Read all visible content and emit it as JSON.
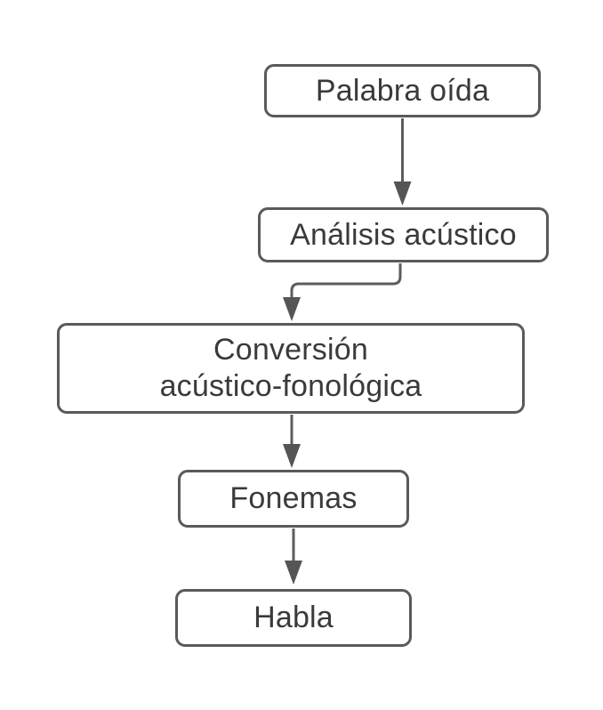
{
  "diagram": {
    "type": "flowchart",
    "nodes": [
      {
        "id": "palabra-oida",
        "label": "Palabra oída"
      },
      {
        "id": "analisis-acustico",
        "label": "Análisis acústico"
      },
      {
        "id": "conversion-acustico-fonologica",
        "label": "Conversión\nacústico-fonológica"
      },
      {
        "id": "fonemas",
        "label": "Fonemas"
      },
      {
        "id": "habla",
        "label": "Habla"
      }
    ],
    "edges": [
      {
        "from": "palabra-oida",
        "to": "analisis-acustico",
        "style": "straight-arrow"
      },
      {
        "from": "analisis-acustico",
        "to": "conversion-acustico-fonologica",
        "style": "elbow-arrow"
      },
      {
        "from": "conversion-acustico-fonologica",
        "to": "fonemas",
        "style": "straight-arrow"
      },
      {
        "from": "fonemas",
        "to": "habla",
        "style": "straight-arrow"
      }
    ],
    "theme": {
      "background": "#ffffff",
      "node_fill": "#ffffff",
      "node_border": "#595a5c",
      "connector": "#5b5c5e",
      "arrowhead": "#545557",
      "text": "#3a3a3a"
    }
  }
}
